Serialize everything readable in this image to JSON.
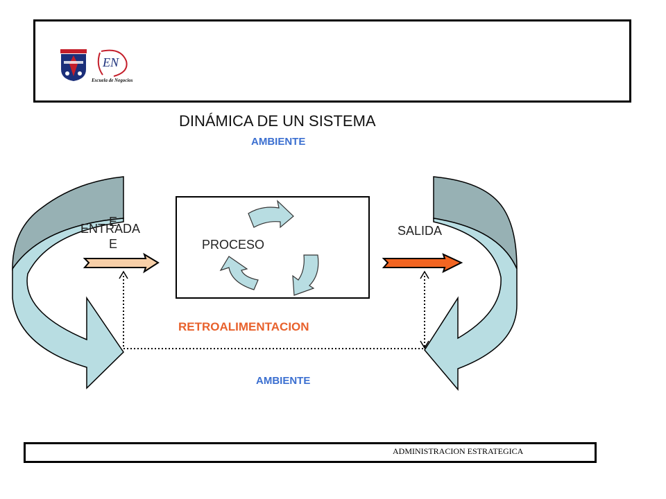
{
  "header": {
    "logo_shield": "shield-logo",
    "logo_en": {
      "initials": "EN",
      "caption": "Escuela de Negocios"
    }
  },
  "diagram": {
    "title": "DINÁMICA DE UN SISTEMA",
    "ambiente_top": "AMBIENTE",
    "entrada": "ENTRADA",
    "entrada_wrap": "E",
    "entrada_overlap": "E",
    "salida": "SALIDA",
    "proceso": "PROCESO",
    "retroalimentacion": "RETROALIMENTACION",
    "ambiente_bottom": "AMBIENTE"
  },
  "footer": {
    "text": "ADMINISTRACION ESTRATEGICA"
  },
  "colors": {
    "ambiente": "#3b6fd0",
    "retro": "#e8612c",
    "entrada_arrow": "#f7cfa8",
    "salida_arrow": "#f26522",
    "curved_dark": "#97b1b4",
    "curved_light": "#b8dde2",
    "cycle": "#b8dde2"
  }
}
